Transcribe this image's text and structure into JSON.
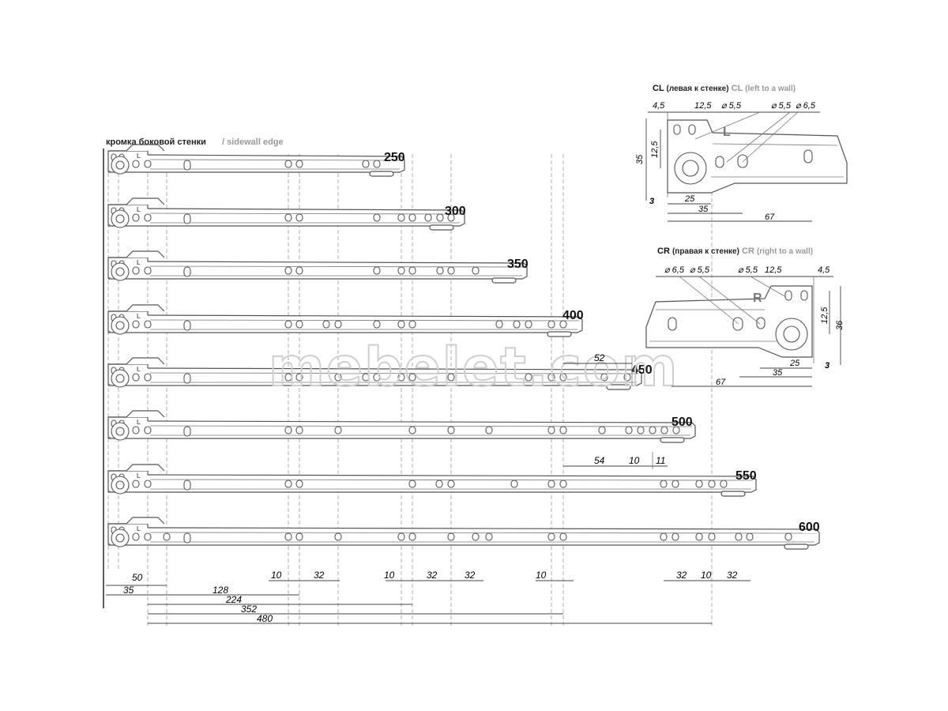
{
  "header": {
    "sidewall_ru": "кромка боковой стенки",
    "sidewall_en": "/ sidewall edge"
  },
  "watermark": "mebelet.com",
  "rails": [
    {
      "length": "250",
      "holes": [
        172,
        187,
        237,
        365,
        379,
        463,
        477
      ]
    },
    {
      "length": "300",
      "holes": [
        172,
        187,
        237,
        365,
        379,
        477,
        508,
        522,
        542,
        557,
        571
      ]
    },
    {
      "length": "350",
      "holes": [
        172,
        187,
        237,
        365,
        379,
        477,
        508,
        522,
        557,
        571,
        602
      ]
    },
    {
      "length": "400",
      "holes": [
        172,
        187,
        237,
        365,
        379,
        413,
        428,
        477,
        508,
        522,
        632,
        654,
        669,
        698,
        713
      ]
    },
    {
      "length": "450",
      "holes": [
        172,
        187,
        237,
        365,
        379,
        428,
        463,
        477,
        508,
        522,
        571,
        669,
        698,
        713,
        765,
        794
      ]
    },
    {
      "length": "500",
      "holes": [
        172,
        187,
        237,
        365,
        379,
        428,
        522,
        571,
        619,
        698,
        713,
        762,
        796,
        811,
        826,
        841,
        856
      ]
    },
    {
      "length": "550",
      "holes": [
        172,
        187,
        237,
        365,
        379,
        522,
        556,
        571,
        651,
        698,
        713,
        840,
        855,
        885,
        901,
        916
      ]
    },
    {
      "length": "600",
      "holes": [
        172,
        187,
        211,
        237,
        365,
        379,
        428,
        508,
        522,
        571,
        602,
        619,
        698,
        713,
        840,
        855,
        885,
        901,
        935,
        949,
        998
      ]
    }
  ],
  "dims_bottom": {
    "d10a": "10",
    "d32a": "32",
    "d10b": "10",
    "d32b": "32",
    "d32c": "32",
    "d10c": "10",
    "d32d": "32",
    "d10d": "10",
    "d32e": "32",
    "d50": "50",
    "d35": "35",
    "d128": "128",
    "d224": "224",
    "d352": "352",
    "d480": "480"
  },
  "dims_mid": {
    "d52": "52",
    "d54": "54",
    "d10": "10",
    "d11": "11"
  },
  "cl": {
    "title_code": "CL",
    "title_ru": "(левая к стенке)",
    "title_code2": "CL",
    "title_en": "(left to a wall)",
    "letter": "L",
    "d45": "4,5",
    "d125": "12,5",
    "dia55a": "⌀ 5,5",
    "dia55b": "⌀ 5,5",
    "dia65": "⌀ 6,5",
    "v35": "35",
    "v125": "12,5",
    "v3": "3",
    "h25": "25",
    "h35": "35",
    "h67": "67"
  },
  "cr": {
    "title_code": "CR",
    "title_ru": "(правая к стенке)",
    "title_code2": "CR",
    "title_en": "(right to a wall)",
    "letter": "R",
    "dia65": "⌀ 6,5",
    "dia55a": "⌀ 5,5",
    "dia55b": "⌀ 5,5",
    "d125": "12,5",
    "d45": "4,5",
    "v125": "12,5",
    "v36": "36",
    "v3": "3",
    "h25": "25",
    "h35": "35",
    "h67": "67"
  }
}
